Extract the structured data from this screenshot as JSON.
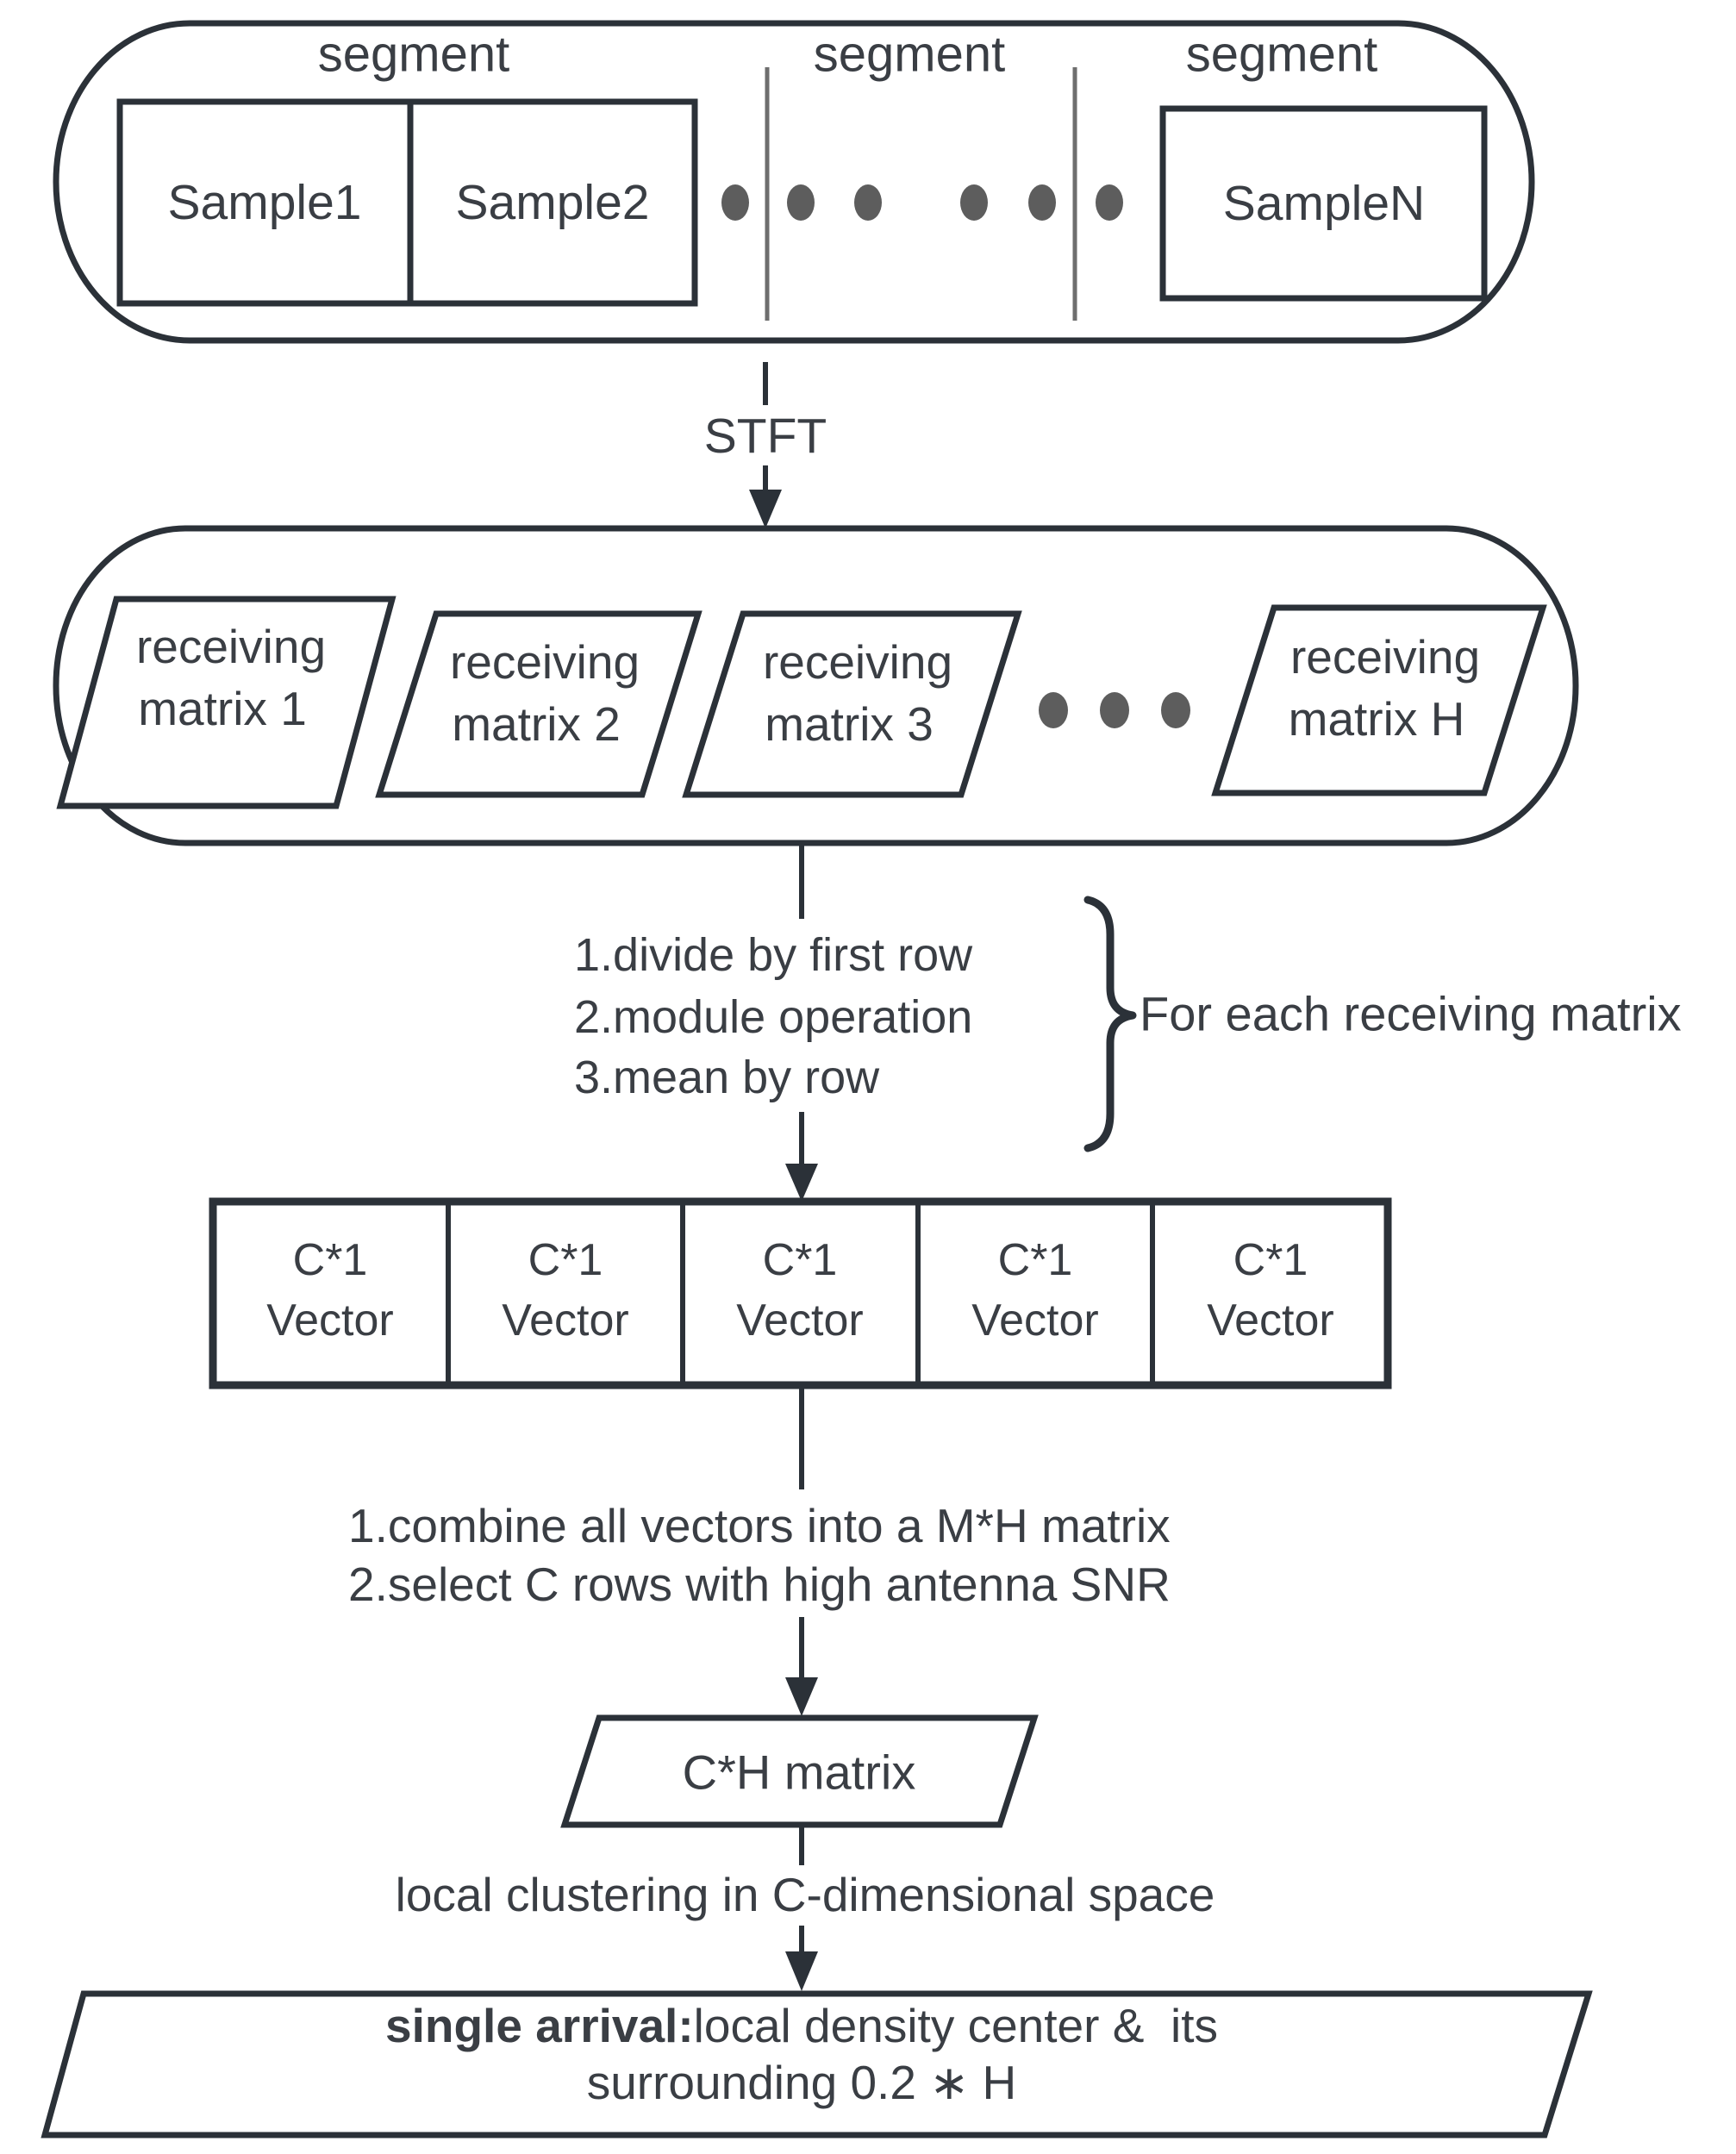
{
  "diagram": {
    "samples_capsule": {
      "segment_labels": [
        "segment",
        "segment",
        "segment"
      ],
      "samples": [
        "Sample1",
        "Sample2",
        "SampleN"
      ]
    },
    "stft_label": "STFT",
    "receiving_capsule": {
      "matrices": [
        {
          "line1": "receiving",
          "line2": "matrix 1"
        },
        {
          "line1": "receiving",
          "line2": "matrix 2"
        },
        {
          "line1": "receiving",
          "line2": "matrix 3"
        },
        {
          "line1": "receiving",
          "line2": "matrix H"
        }
      ]
    },
    "per_matrix_steps": {
      "lines": [
        "1.divide by first row",
        "2.module operation",
        "3.mean by row"
      ],
      "brace_note": "For each receiving matrix"
    },
    "vector_row": {
      "cells": [
        {
          "line1": "C*1",
          "line2": "Vector"
        },
        {
          "line1": "C*1",
          "line2": "Vector"
        },
        {
          "line1": "C*1",
          "line2": "Vector"
        },
        {
          "line1": "C*1",
          "line2": "Vector"
        },
        {
          "line1": "C*1",
          "line2": "Vector"
        }
      ]
    },
    "combine_steps": {
      "lines": [
        "1.combine all vectors into a M*H matrix",
        "2.select C rows with high antenna SNR"
      ]
    },
    "ch_matrix_label": "C*H matrix",
    "clustering_label": "local clustering in C-dimensional space",
    "result": {
      "line1_bold": "single arrival:",
      "line1_rest": "local density center &  its",
      "line2": "surrounding 0.2 ∗ H"
    }
  }
}
